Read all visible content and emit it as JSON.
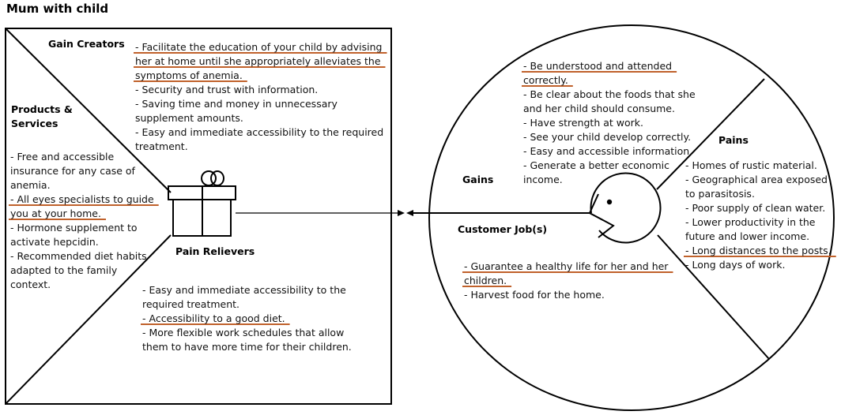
{
  "title": "Mum with child",
  "colors": {
    "underline": "#c0612b",
    "stroke": "#000000"
  },
  "square": {
    "gain_creators": {
      "label": "Gain Creators",
      "lines": [
        {
          "text": "- Facilitate the education of your child by advising",
          "underline": true
        },
        {
          "text": "her at home until she appropriately alleviates the",
          "underline": true
        },
        {
          "text": "symptoms of anemia.",
          "underline": true
        },
        {
          "text": "- Security and trust with information.",
          "underline": false
        },
        {
          "text": "- Saving time and money in unnecessary",
          "underline": false
        },
        {
          "text": "supplement amounts.",
          "underline": false
        },
        {
          "text": "- Easy and immediate accessibility to the required",
          "underline": false
        },
        {
          "text": "treatment.",
          "underline": false
        }
      ]
    },
    "products_services": {
      "label_lines": [
        "Products &",
        "Services"
      ],
      "lines": [
        {
          "text": "- Free and accessible",
          "underline": false
        },
        {
          "text": "insurance for any case of",
          "underline": false
        },
        {
          "text": "anemia.",
          "underline": false
        },
        {
          "text": "- All eyes specialists to guide",
          "underline": true
        },
        {
          "text": "you at your home.",
          "underline": true
        },
        {
          "text": "- Hormone supplement to",
          "underline": false
        },
        {
          "text": "activate hepcidin.",
          "underline": false
        },
        {
          "text": "- Recommended diet habits",
          "underline": false
        },
        {
          "text": "adapted to the family",
          "underline": false
        },
        {
          "text": "context.",
          "underline": false
        }
      ]
    },
    "pain_relievers": {
      "label": "Pain Relievers",
      "lines": [
        {
          "text": "- Easy and immediate accessibility to the",
          "underline": false
        },
        {
          "text": "required treatment.",
          "underline": false
        },
        {
          "text": "- Accessibility to a good diet.",
          "underline": true
        },
        {
          "text": "- More flexible work schedules that allow",
          "underline": false
        },
        {
          "text": "them to have more time for their children.",
          "underline": false
        }
      ]
    },
    "icon": "gift-icon"
  },
  "circle": {
    "gains": {
      "label": "Gains",
      "lines": [
        {
          "text": "- Be understood and attended",
          "underline": true
        },
        {
          "text": "correctly.",
          "underline": true
        },
        {
          "text": "- Be clear about the foods that she",
          "underline": false
        },
        {
          "text": "and her child should consume.",
          "underline": false
        },
        {
          "text": "- Have strength at work.",
          "underline": false
        },
        {
          "text": "- See your child develop correctly.",
          "underline": false
        },
        {
          "text": "- Easy and accessible information.",
          "underline": false
        },
        {
          "text": "- Generate a better economic",
          "underline": false
        },
        {
          "text": "income.",
          "underline": false
        }
      ]
    },
    "pains": {
      "label": "Pains",
      "lines": [
        {
          "text": "- Homes of rustic material.",
          "underline": false
        },
        {
          "text": "- Geographical area exposed",
          "underline": false
        },
        {
          "text": "to parasitosis.",
          "underline": false
        },
        {
          "text": "- Poor supply of clean water.",
          "underline": false
        },
        {
          "text": "- Lower productivity in the",
          "underline": false
        },
        {
          "text": "future and lower income.",
          "underline": false
        },
        {
          "text": "- Long distances to the posts.",
          "underline": true
        },
        {
          "text": "- Long days of work.",
          "underline": false
        }
      ]
    },
    "customer_jobs": {
      "label": "Customer Job(s)",
      "lines": [
        {
          "text": "- Guarantee a healthy life for her and her",
          "underline": true
        },
        {
          "text": "children.",
          "underline": true
        },
        {
          "text": "- Harvest food for the home.",
          "underline": false
        }
      ]
    },
    "icon": "customer-face-icon"
  },
  "connector": "double-arrow-connector"
}
